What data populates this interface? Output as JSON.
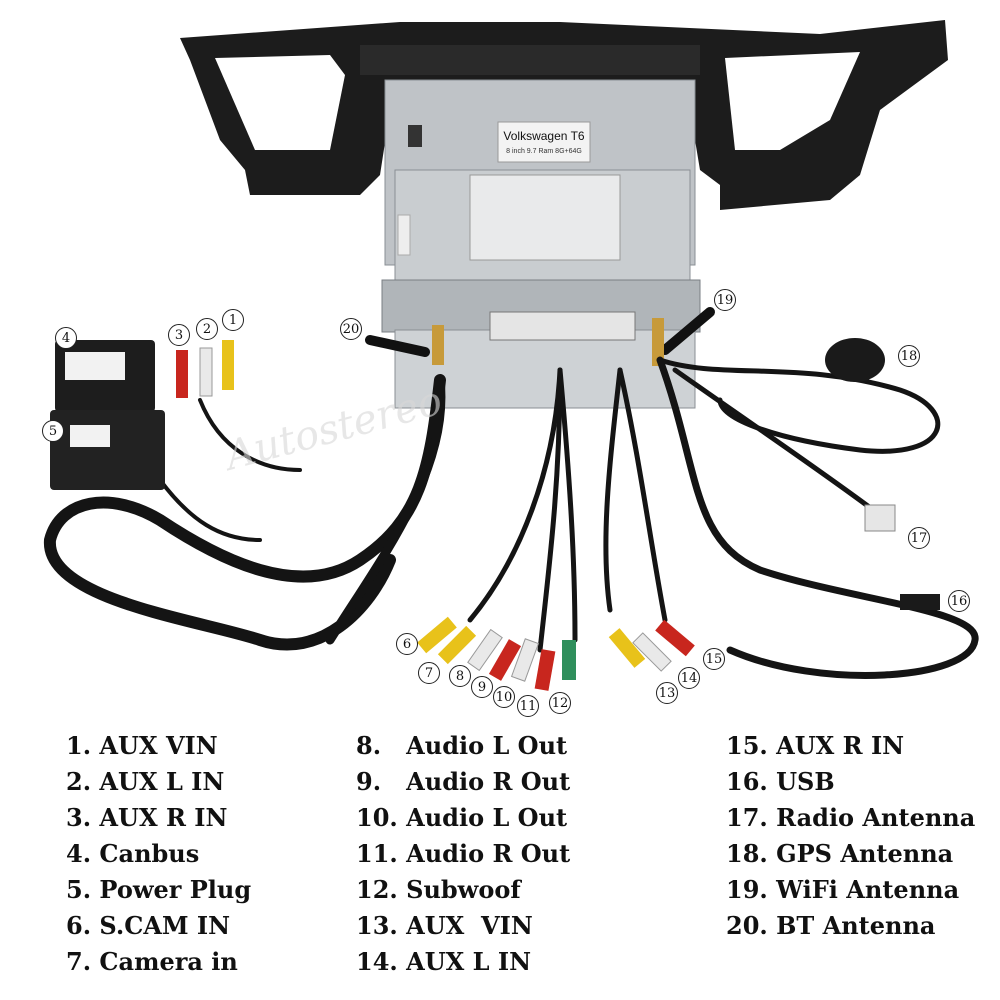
{
  "unit_label": {
    "model": "Volkswagen T6",
    "spec": "8 inch 9.7  Ram 8G+64G"
  },
  "watermark": "Autostereo",
  "callouts": [
    "1",
    "2",
    "3",
    "4",
    "5",
    "6",
    "7",
    "8",
    "9",
    "10",
    "11",
    "12",
    "13",
    "14",
    "15",
    "16",
    "17",
    "18",
    "19",
    "20"
  ],
  "legend": {
    "col1": [
      "1. AUX VIN",
      "2. AUX L IN",
      "3. AUX R IN",
      "4. Canbus",
      "5. Power Plug",
      "6. S.CAM IN",
      "7. Camera in"
    ],
    "col2": [
      "8.   Audio L Out",
      "9.   Audio R Out",
      "10. Audio L Out",
      "11. Audio R Out",
      "12. Subwoof",
      "13. AUX  VIN",
      "14. AUX L IN"
    ],
    "col3": [
      "15. AUX R IN",
      "16. USB",
      "17. Radio Antenna",
      "18. GPS Antenna",
      "19. WiFi Antenna",
      "20. BT Antenna"
    ]
  },
  "colors": {
    "rca_yellow": "#e8c21a",
    "rca_red": "#c8261e",
    "rca_white": "#e9e9e9",
    "rca_green": "#2f8f5c",
    "cable": "#141414",
    "chassis": "#bfc3c7",
    "bezel": "#1c1c1c"
  }
}
